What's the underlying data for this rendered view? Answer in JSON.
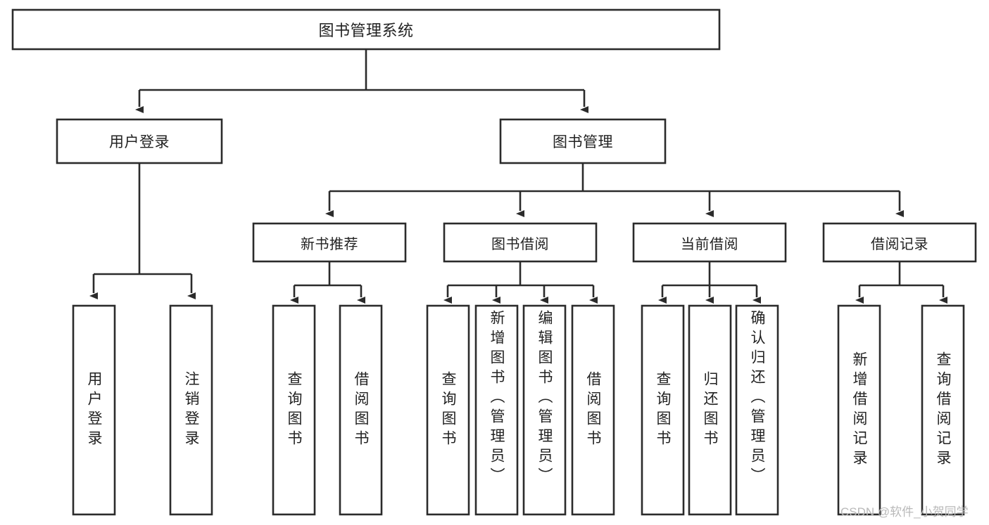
{
  "diagram": {
    "type": "tree-hierarchy-chart",
    "title": "图书管理系统",
    "watermark": "CSDN @软件_小贺同学",
    "colors": {
      "stroke": "#2b2b2b",
      "fill": "#ffffff",
      "text": "#222222",
      "watermark": "#b9b9b9",
      "background": "#ffffff"
    },
    "levels": {
      "level0": [
        {
          "id": "root",
          "label": "图书管理系统"
        }
      ],
      "level1": [
        {
          "id": "user-login",
          "label": "用户登录"
        },
        {
          "id": "book-manage",
          "label": "图书管理"
        }
      ],
      "level2": [
        {
          "id": "new-book-rec",
          "label": "新书推荐",
          "parent": "book-manage"
        },
        {
          "id": "book-borrow",
          "label": "图书借阅",
          "parent": "book-manage"
        },
        {
          "id": "current-borrow",
          "label": "当前借阅",
          "parent": "book-manage"
        },
        {
          "id": "borrow-record",
          "label": "借阅记录",
          "parent": "book-manage"
        }
      ],
      "level3": [
        {
          "id": "leaf-user-login",
          "label": "用户登录",
          "parent": "user-login"
        },
        {
          "id": "leaf-logout",
          "label": "注销登录",
          "parent": "user-login"
        },
        {
          "id": "leaf-query-book-1",
          "label": "查询图书",
          "parent": "new-book-rec"
        },
        {
          "id": "leaf-borrow-book-1",
          "label": "借阅图书",
          "parent": "new-book-rec"
        },
        {
          "id": "leaf-query-book-2",
          "label": "查询图书",
          "parent": "book-borrow"
        },
        {
          "id": "leaf-add-book",
          "label": "新增图书（管理员）",
          "parent": "book-borrow"
        },
        {
          "id": "leaf-edit-book",
          "label": "编辑图书（管理员）",
          "parent": "book-borrow"
        },
        {
          "id": "leaf-borrow-book-2",
          "label": "借阅图书",
          "parent": "book-borrow"
        },
        {
          "id": "leaf-query-book-3",
          "label": "查询图书",
          "parent": "current-borrow"
        },
        {
          "id": "leaf-return-book",
          "label": "归还图书",
          "parent": "current-borrow"
        },
        {
          "id": "leaf-confirm-return",
          "label": "确认归还（管理员）",
          "parent": "current-borrow"
        },
        {
          "id": "leaf-add-record",
          "label": "新增借阅记录",
          "parent": "borrow-record"
        },
        {
          "id": "leaf-query-record",
          "label": "查询借阅记录",
          "parent": "borrow-record"
        }
      ]
    }
  }
}
